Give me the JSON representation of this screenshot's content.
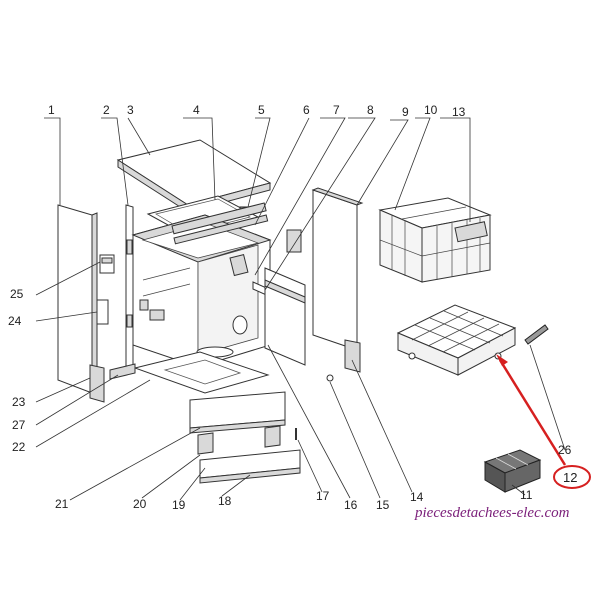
{
  "diagram": {
    "callouts": [
      {
        "id": "c1",
        "label": "1"
      },
      {
        "id": "c2",
        "label": "2"
      },
      {
        "id": "c3",
        "label": "3"
      },
      {
        "id": "c4",
        "label": "4"
      },
      {
        "id": "c5",
        "label": "5"
      },
      {
        "id": "c6",
        "label": "6"
      },
      {
        "id": "c7",
        "label": "7"
      },
      {
        "id": "c8",
        "label": "8"
      },
      {
        "id": "c9",
        "label": "9"
      },
      {
        "id": "c10",
        "label": "10"
      },
      {
        "id": "c13",
        "label": "13"
      },
      {
        "id": "c25",
        "label": "25"
      },
      {
        "id": "c24",
        "label": "24"
      },
      {
        "id": "c23",
        "label": "23"
      },
      {
        "id": "c27",
        "label": "27"
      },
      {
        "id": "c22",
        "label": "22"
      },
      {
        "id": "c21",
        "label": "21"
      },
      {
        "id": "c20",
        "label": "20"
      },
      {
        "id": "c19",
        "label": "19"
      },
      {
        "id": "c18",
        "label": "18"
      },
      {
        "id": "c17",
        "label": "17"
      },
      {
        "id": "c16",
        "label": "16"
      },
      {
        "id": "c15",
        "label": "15"
      },
      {
        "id": "c14",
        "label": "14"
      },
      {
        "id": "c11",
        "label": "11"
      },
      {
        "id": "c26",
        "label": "26"
      },
      {
        "id": "c12",
        "label": "12"
      }
    ],
    "highlight": {
      "label": "12",
      "color": "#d62020"
    },
    "watermark": "piecesdetachees-elec.com",
    "watermark_color": "#7b1f7a"
  }
}
